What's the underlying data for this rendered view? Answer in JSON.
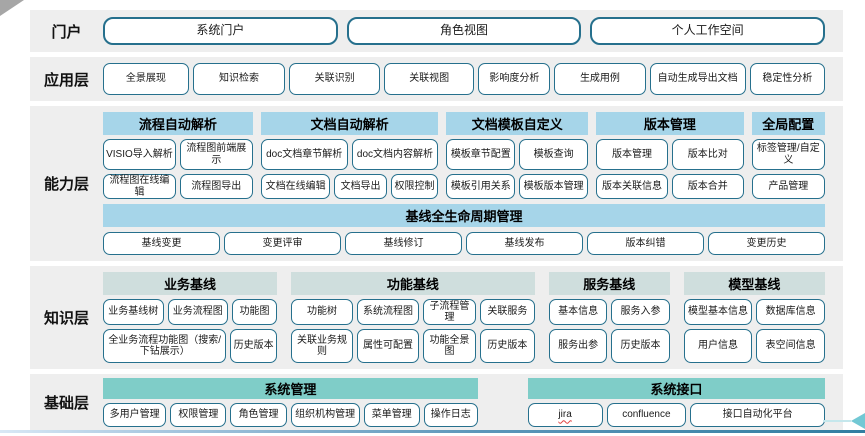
{
  "colors": {
    "box_border": "#26708d",
    "header_blue": "#a6d5e9",
    "header_gray": "#cfdedd",
    "header_teal": "#7fcdc8",
    "band_background": "#eeeeee",
    "misspell_underline": "#e04040"
  },
  "misspelled": [
    "jira"
  ],
  "portal": {
    "label": "门户",
    "items": [
      "系统门户",
      "角色视图",
      "个人工作空间"
    ]
  },
  "application": {
    "label": "应用层",
    "items": [
      "全景展现",
      "知识检索",
      "关联识别",
      "关联视图",
      "影响度分析",
      "生成用例",
      "自动生成导出文档",
      "稳定性分析"
    ]
  },
  "capability": {
    "label": "能力层",
    "groups": [
      {
        "header": "流程自动解析",
        "rows": [
          [
            "VISIO导入解析",
            "流程图前端展示"
          ],
          [
            "流程图在线编辑",
            "流程图导出"
          ]
        ]
      },
      {
        "header": "文档自动解析",
        "rows": [
          [
            "doc文档章节解析",
            "doc文档内容解析"
          ],
          [
            "文档在线编辑",
            "文档导出",
            "权限控制"
          ]
        ]
      },
      {
        "header": "文档模板自定义",
        "rows": [
          [
            "模板章节配置",
            "模板查询"
          ],
          [
            "模板引用关系",
            "模板版本管理"
          ]
        ]
      },
      {
        "header": "版本管理",
        "rows": [
          [
            "版本管理",
            "版本比对"
          ],
          [
            "版本关联信息",
            "版本合并"
          ]
        ]
      },
      {
        "header": "全局配置",
        "rows": [
          [
            "标签管理/自定义"
          ],
          [
            "产品管理"
          ]
        ]
      }
    ],
    "baseline": {
      "header": "基线全生命周期管理",
      "items": [
        "基线变更",
        "变更评审",
        "基线修订",
        "基线发布",
        "版本纠错",
        "变更历史"
      ]
    }
  },
  "knowledge": {
    "label": "知识层",
    "groups": [
      {
        "header": "业务基线",
        "rows": [
          [
            "业务基线树",
            "业务流程图",
            "功能图"
          ],
          [
            "全业务流程功能图（搜索/下钻展示）",
            "历史版本"
          ]
        ]
      },
      {
        "header": "功能基线",
        "rows": [
          [
            "功能树",
            "系统流程图",
            "子流程管理",
            "关联服务"
          ],
          [
            "关联业务规则",
            "属性可配置",
            "功能全景图",
            "历史版本"
          ]
        ]
      },
      {
        "header": "服务基线",
        "rows": [
          [
            "基本信息",
            "服务入参"
          ],
          [
            "服务出参",
            "历史版本"
          ]
        ]
      },
      {
        "header": "模型基线",
        "rows": [
          [
            "模型基本信息",
            "数据库信息"
          ],
          [
            "用户信息",
            "表空间信息"
          ]
        ]
      }
    ]
  },
  "foundation": {
    "label": "基础层",
    "groups": [
      {
        "header": "系统管理",
        "rows": [
          [
            "多用户管理",
            "权限管理",
            "角色管理",
            "组织机构管理",
            "菜单管理",
            "操作日志"
          ]
        ]
      },
      {
        "header": "系统接口",
        "rows": [
          [
            "jira",
            "confluence",
            "接口自动化平台"
          ]
        ]
      }
    ]
  }
}
